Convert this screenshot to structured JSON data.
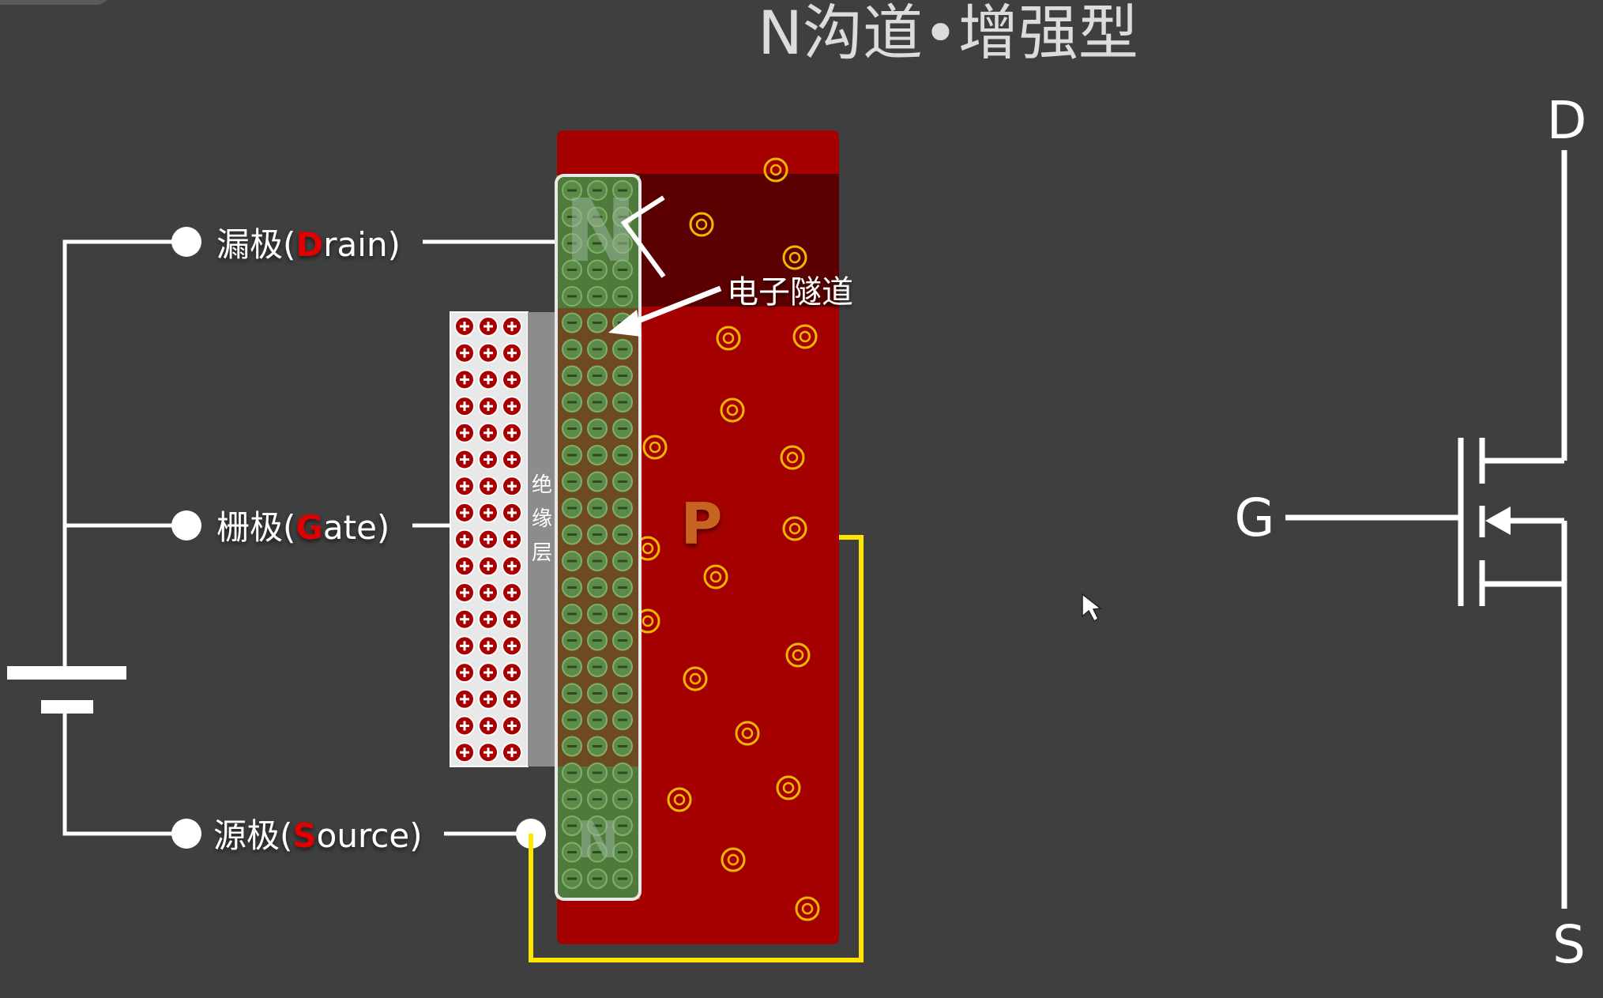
{
  "title": "N沟道•增强型",
  "labels": {
    "drain": {
      "cn": "漏极(",
      "letter": "D",
      "rest": "rain)"
    },
    "gate": {
      "cn": "栅极(",
      "letter": "G",
      "rest": "ate)"
    },
    "source": {
      "cn": "源极(",
      "letter": "S",
      "rest": "ource)"
    }
  },
  "insulator": {
    "c1": "绝",
    "c2": "缘",
    "c3": "层"
  },
  "channel_label": "电子隧道",
  "region_labels": {
    "top_n": "N",
    "bottom_n": "N",
    "substrate": "P"
  },
  "symbol": {
    "d": "D",
    "g": "G",
    "s": "S"
  },
  "colors": {
    "background": "#3f3f3f",
    "substrate": "#a50000",
    "n_region": "#4f7a3c",
    "gate_plate": "#e8e8e8",
    "insulator": "#8c8c8c",
    "wire": "#ffffff",
    "substrate_wire": "#ffe600",
    "highlight_letter": "#e00000",
    "hole_ring": "#f0b800"
  },
  "icons": {
    "cursor": "mouse-pointer-icon"
  }
}
